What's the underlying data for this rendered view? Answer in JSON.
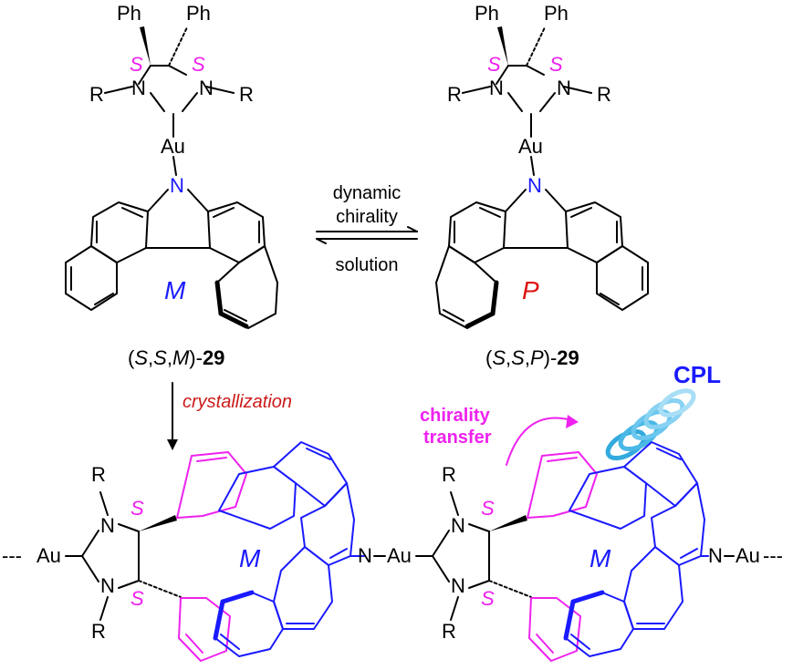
{
  "colors": {
    "magenta": "#ee22ee",
    "blue": "#1a1aff",
    "red": "#e01010",
    "crystal_red": "#cc1a1a",
    "cyan": "#33aadd",
    "black": "#000000"
  },
  "icons": [
    "helix-cpl-icon",
    "curved-arrow-icon",
    "equilibrium-arrows-icon",
    "down-arrow-icon"
  ],
  "top_left": {
    "ph1": "Ph",
    "ph2": "Ph",
    "s1": "S",
    "s2": "S",
    "n1": "N",
    "n2": "N",
    "r1": "R",
    "r2": "R",
    "au": "Au",
    "n_carbazole": "N",
    "helicity": "M",
    "caption_open": "(",
    "caption_s1": "S",
    "caption_comma1": ",",
    "caption_s2": "S",
    "caption_comma2": ",",
    "caption_helix": "M",
    "caption_close": ")-",
    "caption_num": "29"
  },
  "top_right": {
    "ph1": "Ph",
    "ph2": "Ph",
    "s1": "S",
    "s2": "S",
    "n1": "N",
    "n2": "N",
    "r1": "R",
    "r2": "R",
    "au": "Au",
    "n_carbazole": "N",
    "helicity": "P",
    "caption_open": "(",
    "caption_s1": "S",
    "caption_comma1": ",",
    "caption_s2": "S",
    "caption_comma2": ",",
    "caption_helix": "P",
    "caption_close": ")-",
    "caption_num": "29"
  },
  "equilibrium": {
    "top_line1": "dynamic",
    "top_line2": "chirality",
    "bottom": "solution"
  },
  "crystallization": "crystallization",
  "chirality_transfer": {
    "line1": "chirality",
    "line2": "transfer"
  },
  "cpl": "CPL",
  "polymer": {
    "dash_left": "---",
    "au1": "Au",
    "r_top1": "R",
    "n_top1": "N",
    "s_top1": "S",
    "r_bot1": "R",
    "n_bot1": "N",
    "s_bot1": "S",
    "m1": "M",
    "n_link1": "N",
    "au2": "Au",
    "r_top2": "R",
    "n_top2": "N",
    "s_top2": "S",
    "r_bot2": "R",
    "n_bot2": "N",
    "s_bot2": "S",
    "m2": "M",
    "n_link2": "N",
    "au3": "Au",
    "dash_right": "---"
  }
}
